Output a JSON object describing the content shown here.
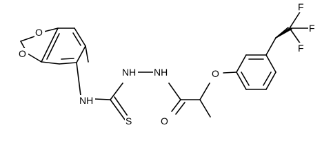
{
  "molecule": {
    "atoms": {
      "o_dioxole_top": "O",
      "o_dioxole_bottom": "O",
      "nh_aryl": "NH",
      "nh_hydrazide_1": "NH",
      "nh_hydrazide_2": "NH",
      "s_thione": "S",
      "o_carbonyl": "O",
      "o_ether": "O",
      "f_top": "F",
      "f_right": "F",
      "f_bottom": "F"
    }
  }
}
